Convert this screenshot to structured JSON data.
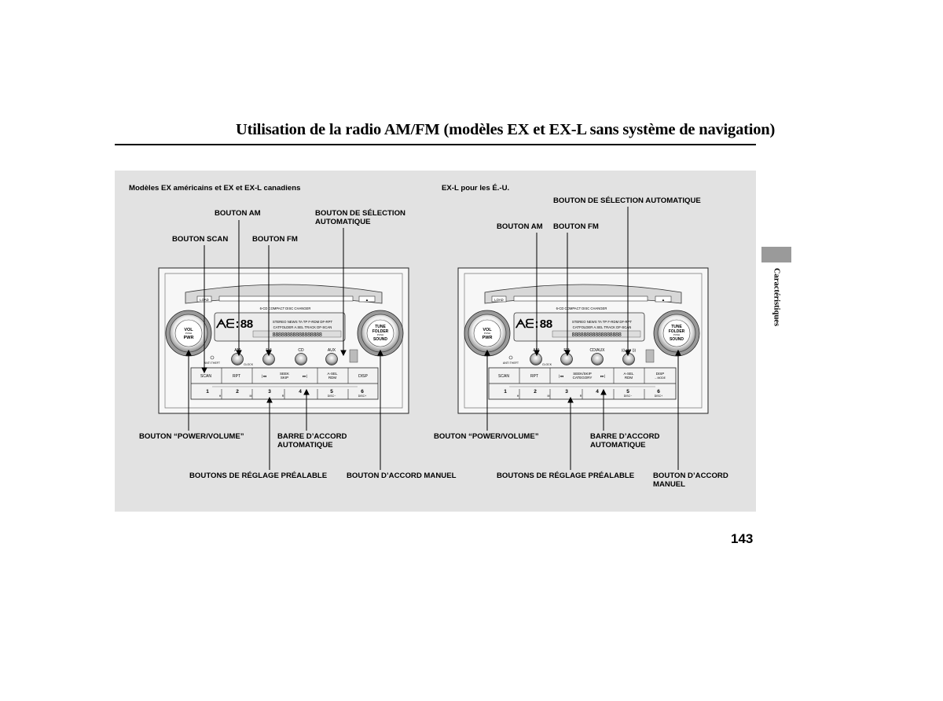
{
  "page": {
    "title": "Utilisation de la radio AM/FM (modèles EX et EX-L sans système de navigation)",
    "side_tab": "Caractéristiques",
    "page_number": "143"
  },
  "left": {
    "subtitle": "Modèles EX américains et EX et EX-L canadiens",
    "bouton_am": "BOUTON AM",
    "bouton_selection_l1": "BOUTON DE SÉLECTION",
    "bouton_selection_l2": "AUTOMATIQUE",
    "bouton_scan": "BOUTON SCAN",
    "bouton_fm": "BOUTON FM",
    "bouton_power": "BOUTON “POWER/VOLUME”",
    "barre_l1": "BARRE D’ACCORD",
    "barre_l2": "AUTOMATIQUE",
    "boutons_reglage": "BOUTONS DE RÉGLAGE PRÉALABLE",
    "bouton_accord": "BOUTON D’ACCORD MANUEL"
  },
  "right": {
    "subtitle": "EX-L pour les É.-U.",
    "bouton_selection": "BOUTON DE SÉLECTION AUTOMATIQUE",
    "bouton_am": "BOUTON AM",
    "bouton_fm": "BOUTON FM",
    "bouton_power": "BOUTON “POWER/VOLUME”",
    "barre_l1": "BARRE D’ACCORD",
    "barre_l2": "AUTOMATIQUE",
    "boutons_reglage": "BOUTONS DE RÉGLAGE PRÉALABLE",
    "bouton_accord_l1": "BOUTON D’ACCORD",
    "bouton_accord_l2": "MANUEL"
  }
}
